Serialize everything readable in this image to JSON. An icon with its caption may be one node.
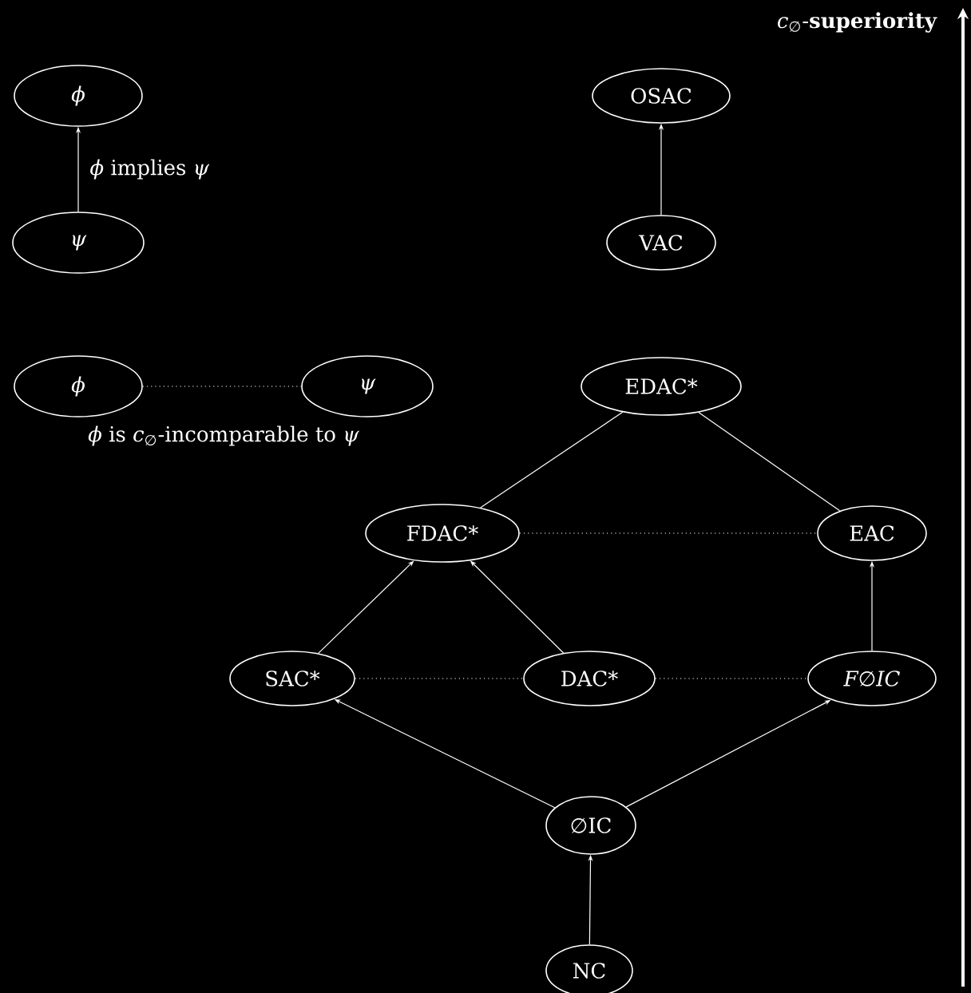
{
  "diagram": {
    "nodes": [
      {
        "text": [
          "ϕ"
        ]
      },
      {
        "text": [
          "ψ"
        ]
      },
      {
        "text": [
          "ϕ"
        ]
      },
      {
        "text": [
          "ψ"
        ]
      },
      {
        "text": [
          "OSAC"
        ]
      },
      {
        "text": [
          "VAC"
        ]
      },
      {
        "text": [
          "EDAC*"
        ]
      },
      {
        "text": [
          "FDAC*"
        ]
      },
      {
        "text": [
          "EAC"
        ]
      },
      {
        "text": [
          "SAC*"
        ]
      },
      {
        "text": [
          "DAC*"
        ]
      },
      {
        "text": [
          "F∅IC"
        ]
      },
      {
        "text": [
          "∅IC"
        ]
      },
      {
        "text": [
          "NC"
        ]
      }
    ],
    "edges": [
      {
        "from": 1,
        "to": 0,
        "arrow": "to",
        "label": "*ϕ* implies *ψ*"
      },
      {
        "from": 2,
        "to": 3,
        "arrow": "none",
        "style": "dashed",
        "label": "*ϕ* is *c*$_{∅}$-incomparable to *ψ*"
      },
      {
        "from": 5,
        "to": 4,
        "arrow": "to"
      },
      {
        "from": 7,
        "to": 6,
        "arrow": "none"
      },
      {
        "from": 8,
        "to": 6,
        "arrow": "none"
      },
      {
        "from": 7,
        "to": 8,
        "arrow": "none",
        "style": "dashed"
      },
      {
        "from": 9,
        "to": 7,
        "arrow": "to"
      },
      {
        "from": 10,
        "to": 7,
        "arrow": "to"
      },
      {
        "from": 11,
        "to": 8,
        "arrow": "to"
      },
      {
        "from": 9,
        "to": 10,
        "arrow": "none",
        "style": "dashed"
      },
      {
        "from": 10,
        "to": 11,
        "arrow": "none",
        "style": "dashed"
      },
      {
        "from": 12,
        "to": 9,
        "arrow": "to"
      },
      {
        "from": 12,
        "to": 11,
        "arrow": "to"
      },
      {
        "from": 13,
        "to": 12,
        "arrow": "to"
      }
    ],
    "labels": [
      "*c*$_{∅}$-**superiority**"
    ]
  }
}
